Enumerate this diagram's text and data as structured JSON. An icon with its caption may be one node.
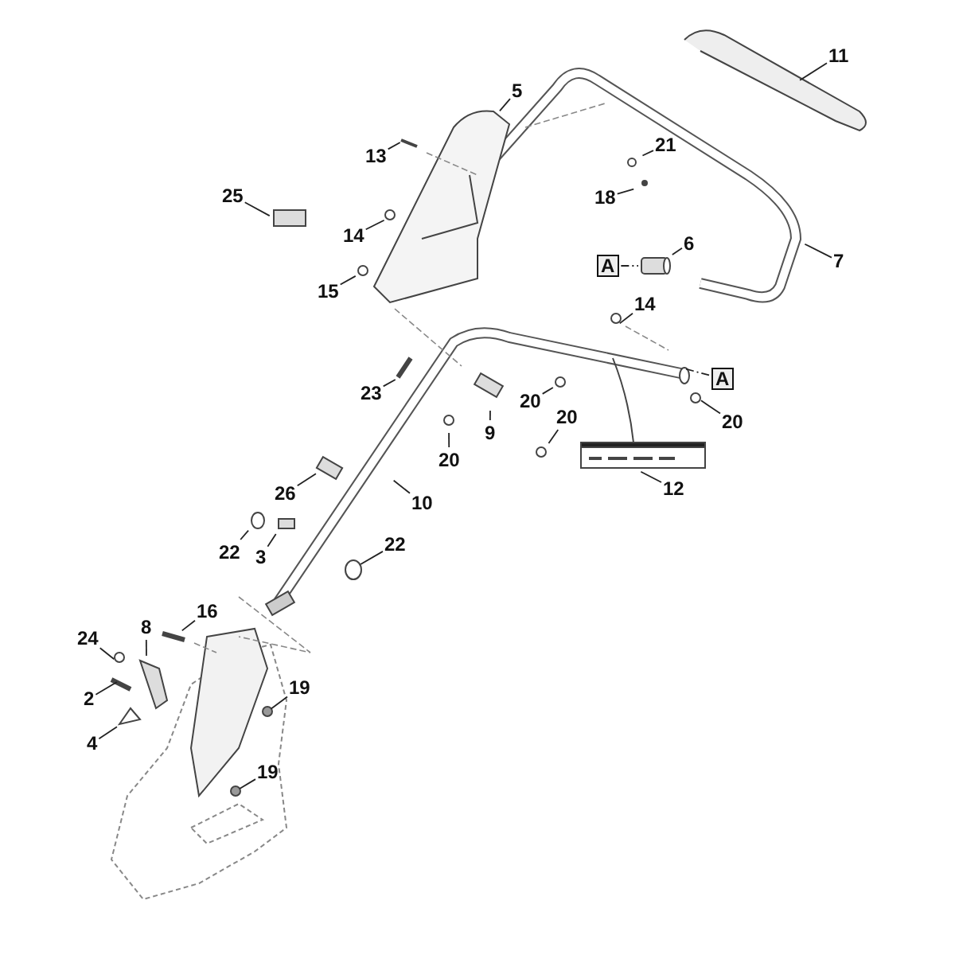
{
  "diagram": {
    "nodes": [
      {
        "text": [
          "11"
        ]
      },
      {
        "text": [
          "5"
        ]
      },
      {
        "text": [
          "13"
        ]
      },
      {
        "text": [
          "21"
        ]
      },
      {
        "text": [
          "18"
        ]
      },
      {
        "text": [
          "25"
        ]
      },
      {
        "text": [
          "14"
        ]
      },
      {
        "text": [
          "6"
        ]
      },
      {
        "text": [
          "7"
        ]
      },
      {
        "text": [
          "15"
        ]
      },
      {
        "text": [
          "14"
        ]
      },
      {
        "text": [
          "A"
        ]
      },
      {
        "text": [
          "A"
        ]
      },
      {
        "text": [
          "23"
        ]
      },
      {
        "text": [
          "20"
        ]
      },
      {
        "text": [
          "20"
        ]
      },
      {
        "text": [
          "9"
        ]
      },
      {
        "text": [
          "20"
        ]
      },
      {
        "text": [
          "20"
        ]
      },
      {
        "text": [
          "10"
        ]
      },
      {
        "text": [
          "12"
        ]
      },
      {
        "text": [
          "26"
        ]
      },
      {
        "text": [
          "22"
        ]
      },
      {
        "text": [
          "3"
        ]
      },
      {
        "text": [
          "22"
        ]
      },
      {
        "text": [
          "8"
        ]
      },
      {
        "text": [
          "16"
        ]
      },
      {
        "text": [
          "24"
        ]
      },
      {
        "text": [
          "2"
        ]
      },
      {
        "text": [
          "19"
        ]
      },
      {
        "text": [
          "4"
        ]
      },
      {
        "text": [
          "19"
        ]
      },
      {
        "text": [],
        "shape": "cylinder"
      }
    ],
    "edges": [
      {
        "from": 0,
        "to": null,
        "arrow": "none"
      },
      {
        "from": 1,
        "to": null,
        "arrow": "none"
      },
      {
        "from": 2,
        "to": null,
        "arrow": "none"
      },
      {
        "from": 3,
        "to": null,
        "arrow": "none"
      },
      {
        "from": 4,
        "to": null,
        "arrow": "none"
      },
      {
        "from": 5,
        "to": null,
        "arrow": "none"
      },
      {
        "from": 6,
        "to": null,
        "arrow": "none"
      },
      {
        "from": 7,
        "to": 32,
        "arrow": "none"
      },
      {
        "from": 8,
        "to": null,
        "arrow": "none"
      },
      {
        "from": 9,
        "to": null,
        "arrow": "none"
      },
      {
        "from": 10,
        "to": null,
        "arrow": "none"
      },
      {
        "from": 11,
        "to": 32,
        "arrow": "none",
        "style": "dashed"
      },
      {
        "from": 12,
        "to": null,
        "arrow": "none",
        "style": "dashed"
      },
      {
        "from": 13,
        "to": null,
        "arrow": "none"
      },
      {
        "from": 14,
        "to": null,
        "arrow": "none"
      },
      {
        "from": 15,
        "to": null,
        "arrow": "none"
      },
      {
        "from": 16,
        "to": null,
        "arrow": "none"
      },
      {
        "from": 17,
        "to": null,
        "arrow": "none"
      },
      {
        "from": 18,
        "to": null,
        "arrow": "none"
      },
      {
        "from": 19,
        "to": null,
        "arrow": "none"
      },
      {
        "from": 20,
        "to": null,
        "arrow": "none"
      },
      {
        "from": 21,
        "to": null,
        "arrow": "none"
      },
      {
        "from": 22,
        "to": null,
        "arrow": "none"
      },
      {
        "from": 23,
        "to": null,
        "arrow": "none"
      },
      {
        "from": 24,
        "to": null,
        "arrow": "none"
      },
      {
        "from": 25,
        "to": null,
        "arrow": "none"
      },
      {
        "from": 26,
        "to": null,
        "arrow": "none"
      },
      {
        "from": 27,
        "to": null,
        "arrow": "none"
      },
      {
        "from": 28,
        "to": null,
        "arrow": "none"
      },
      {
        "from": 29,
        "to": null,
        "arrow": "none"
      },
      {
        "from": 30,
        "to": null,
        "arrow": "none"
      },
      {
        "from": 31,
        "to": null,
        "arrow": "none"
      }
    ]
  }
}
